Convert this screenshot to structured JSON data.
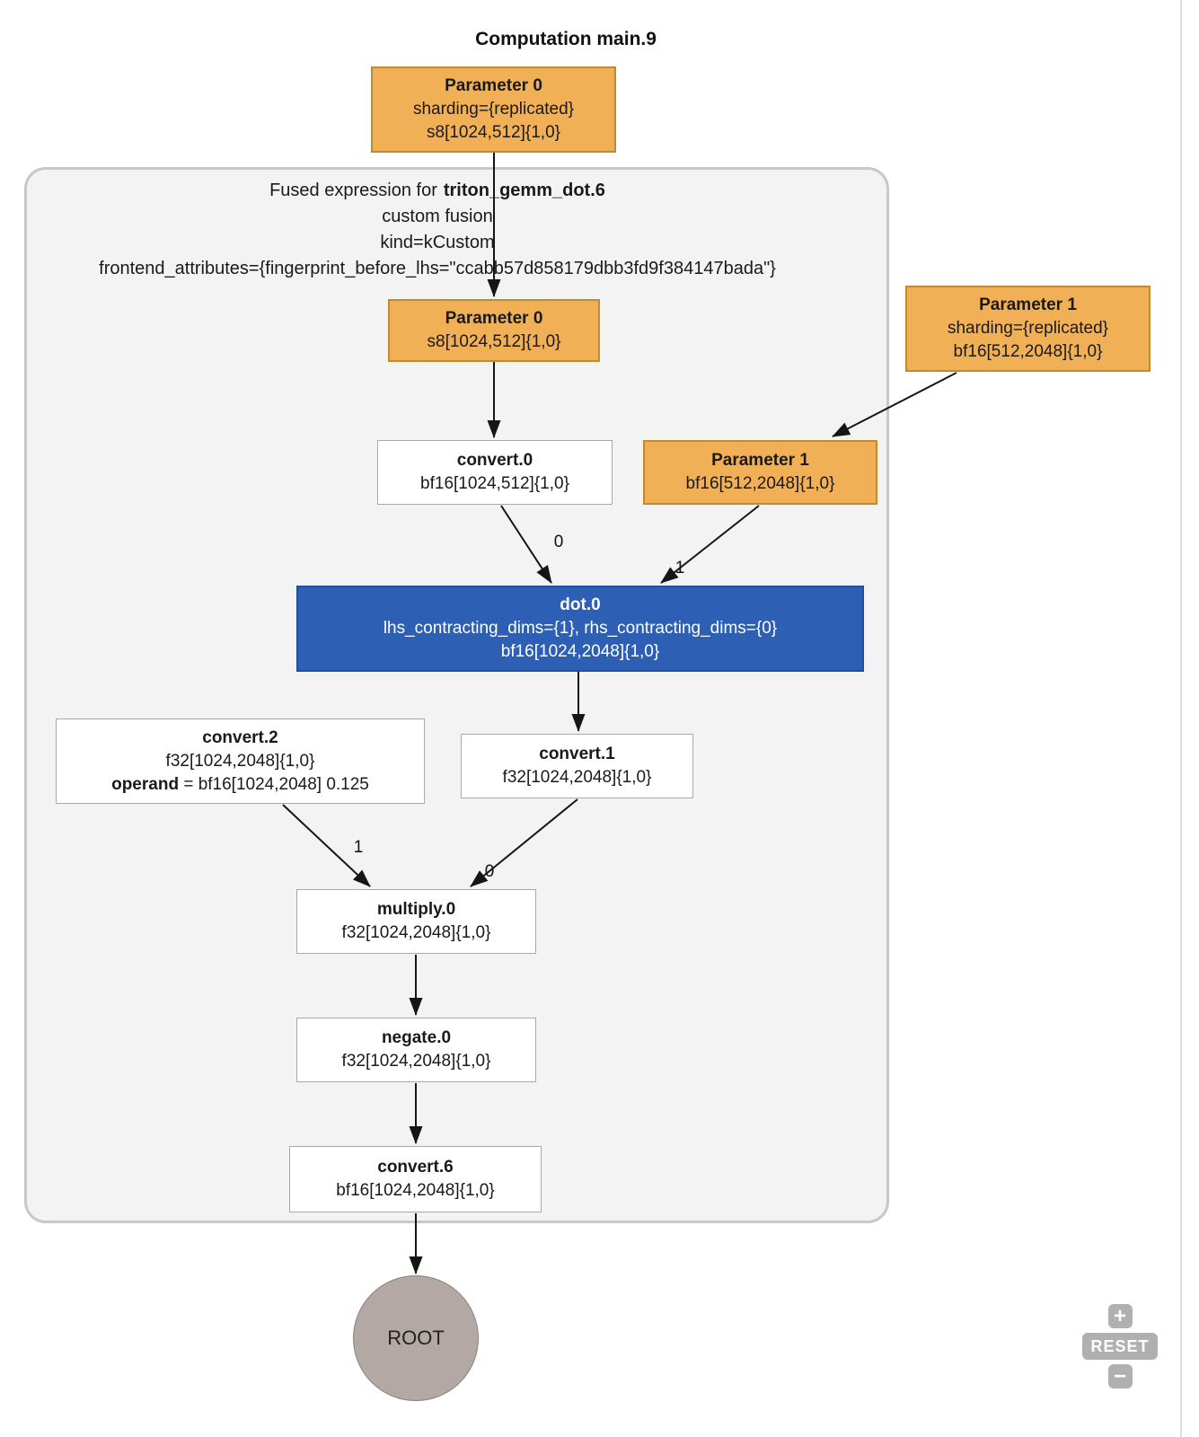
{
  "title": "Computation main.9",
  "cluster": {
    "label_prefix": "Fused expression for",
    "label_name": "triton_gemm_dot.6",
    "line2": "custom fusion",
    "line3": "kind=kCustom",
    "line4": "frontend_attributes={fingerprint_before_lhs=\"ccabb57d858179dbb3fd9f384147bada\"}"
  },
  "nodes": {
    "param0_outer": {
      "title": "Parameter 0",
      "line1": "sharding={replicated}",
      "line2": "s8[1024,512]{1,0}"
    },
    "param0_inner": {
      "title": "Parameter 0",
      "line1": "s8[1024,512]{1,0}"
    },
    "param1_outer": {
      "title": "Parameter 1",
      "line1": "sharding={replicated}",
      "line2": "bf16[512,2048]{1,0}"
    },
    "param1_inner": {
      "title": "Parameter 1",
      "line1": "bf16[512,2048]{1,0}"
    },
    "convert0": {
      "title": "convert.0",
      "line1": "bf16[1024,512]{1,0}"
    },
    "dot0": {
      "title": "dot.0",
      "line1": "lhs_contracting_dims={1}, rhs_contracting_dims={0}",
      "line2": "bf16[1024,2048]{1,0}"
    },
    "convert2": {
      "title": "convert.2",
      "line1": "f32[1024,2048]{1,0}",
      "operand_label": "operand",
      "operand_value": "= bf16[1024,2048] 0.125"
    },
    "convert1": {
      "title": "convert.1",
      "line1": "f32[1024,2048]{1,0}"
    },
    "multiply0": {
      "title": "multiply.0",
      "line1": "f32[1024,2048]{1,0}"
    },
    "negate0": {
      "title": "negate.0",
      "line1": "f32[1024,2048]{1,0}"
    },
    "convert6": {
      "title": "convert.6",
      "line1": "bf16[1024,2048]{1,0}"
    },
    "root": {
      "label": "ROOT"
    }
  },
  "edge_labels": {
    "convert0_to_dot0": "0",
    "param1_to_dot0": "1",
    "convert2_to_multiply0": "1",
    "convert1_to_multiply0": "0"
  },
  "controls": {
    "zoom_in": "+",
    "reset": "RESET",
    "zoom_out": "−"
  },
  "colors": {
    "parameter_fill": "#f1b055",
    "parameter_border": "#c08a33",
    "dot_fill": "#2d5fb5",
    "dot_border": "#1f4f9e",
    "node_fill": "#ffffff",
    "node_border": "#a9a9a9",
    "cluster_fill": "#f3f3f3",
    "cluster_border": "#c8c8c8",
    "root_fill": "#b3a8a3",
    "root_border": "#8b827e",
    "edge_color": "#151515",
    "control_bg": "#b0b0b0"
  }
}
